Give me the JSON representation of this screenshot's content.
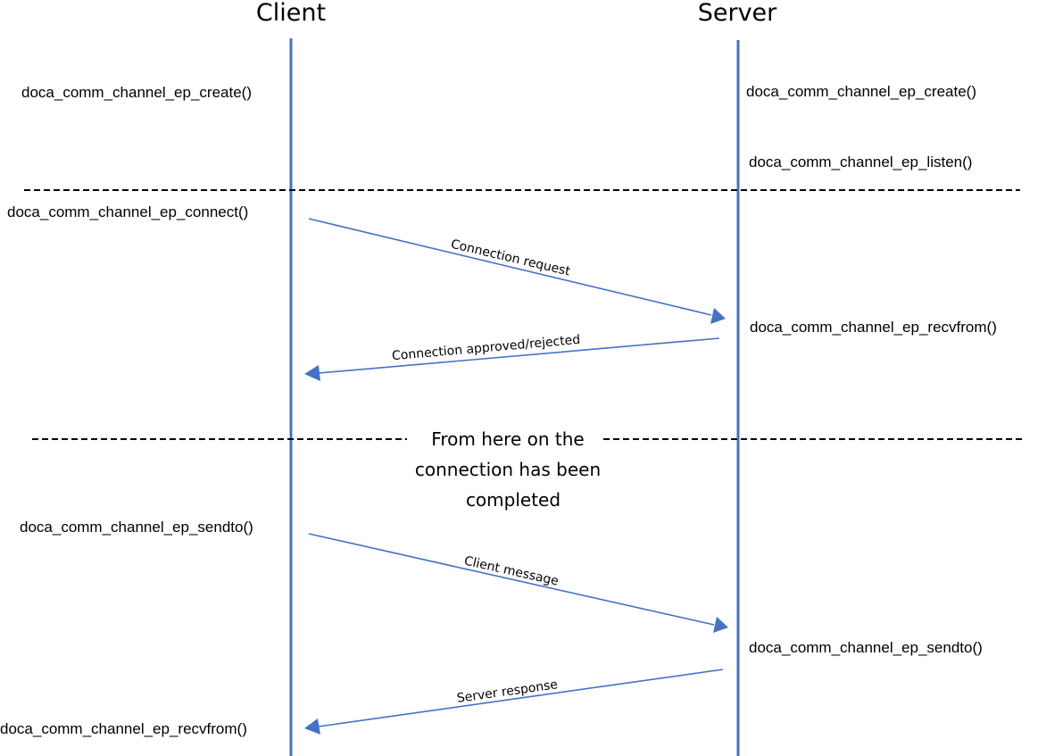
{
  "participants": {
    "client": "Client",
    "server": "Server"
  },
  "client_calls": {
    "create": "doca_comm_channel_ep_create()",
    "connect": "doca_comm_channel_ep_connect()",
    "sendto": "doca_comm_channel_ep_sendto()",
    "recvfrom": "doca_comm_channel_ep_recvfrom()"
  },
  "server_calls": {
    "create": "doca_comm_channel_ep_create()",
    "listen": "doca_comm_channel_ep_listen()",
    "recvfrom": "doca_comm_channel_ep_recvfrom()",
    "sendto": "doca_comm_channel_ep_sendto()"
  },
  "messages": {
    "connection_request": "Connection request",
    "connection_reply": "Connection approved/rejected",
    "client_message": "Client message",
    "server_response": "Server response"
  },
  "note": {
    "line1": "From here on the",
    "line2": "connection has been",
    "line3": "completed"
  },
  "colors": {
    "lifeline": "#4472C4",
    "arrow": "#4472C4",
    "divider": "#000000"
  }
}
